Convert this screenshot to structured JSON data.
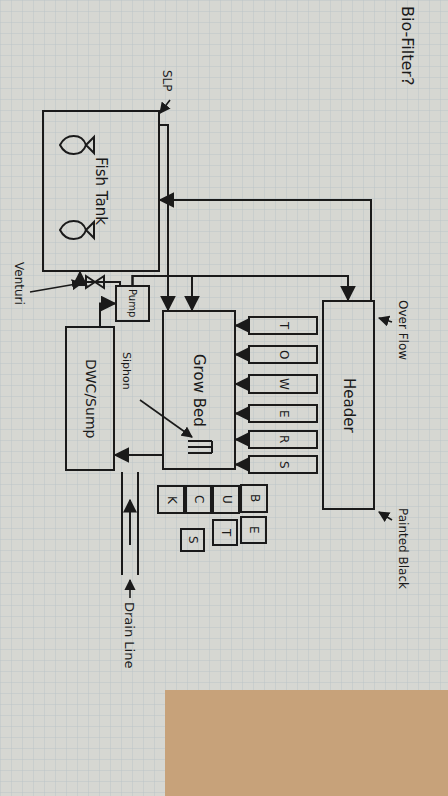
{
  "diagram": {
    "nodes": [
      {
        "text": [
          "Fish Tank"
        ]
      },
      {
        "text": [
          "Pump"
        ]
      },
      {
        "text": [
          "DWC/Sump"
        ]
      },
      {
        "text": [
          "Grow Bed"
        ]
      },
      {
        "text": [
          "T"
        ]
      },
      {
        "text": [
          "O"
        ]
      },
      {
        "text": [
          "W"
        ]
      },
      {
        "text": [
          "E"
        ]
      },
      {
        "text": [
          "R"
        ]
      },
      {
        "text": [
          "S"
        ]
      },
      {
        "text": [
          "Header"
        ]
      },
      {
        "text": [
          "B"
        ]
      },
      {
        "text": [
          "U"
        ]
      },
      {
        "text": [
          "C"
        ]
      },
      {
        "text": [
          "K"
        ]
      },
      {
        "text": [
          "E"
        ]
      },
      {
        "text": [
          "T"
        ]
      },
      {
        "text": [
          "S"
        ]
      }
    ],
    "edges": [
      {
        "from": 0,
        "to": 3,
        "arrow": "to"
      },
      {
        "from": 1,
        "to": 3,
        "arrow": "to"
      },
      {
        "from": 1,
        "to": 10,
        "arrow": "to"
      },
      {
        "from": 10,
        "to": 0,
        "arrow": "to"
      },
      {
        "from": 1,
        "to": 0,
        "arrow": "to"
      },
      {
        "from": 2,
        "to": 1,
        "arrow": "to"
      },
      {
        "from": 3,
        "to": 2,
        "arrow": "to"
      },
      {
        "from": 4,
        "to": 3,
        "arrow": "to"
      },
      {
        "from": 5,
        "to": 3,
        "arrow": "to"
      },
      {
        "from": 6,
        "to": 3,
        "arrow": "to"
      },
      {
        "from": 7,
        "to": 3,
        "arrow": "to"
      },
      {
        "from": 8,
        "to": 3,
        "arrow": "to"
      },
      {
        "from": 9,
        "to": 3,
        "arrow": "to"
      }
    ],
    "labels": [
      "Bio-Filter?",
      "SLP",
      "Venturi",
      "Siphon",
      "Over Flow",
      "Painted Black",
      "Drain Line"
    ]
  }
}
